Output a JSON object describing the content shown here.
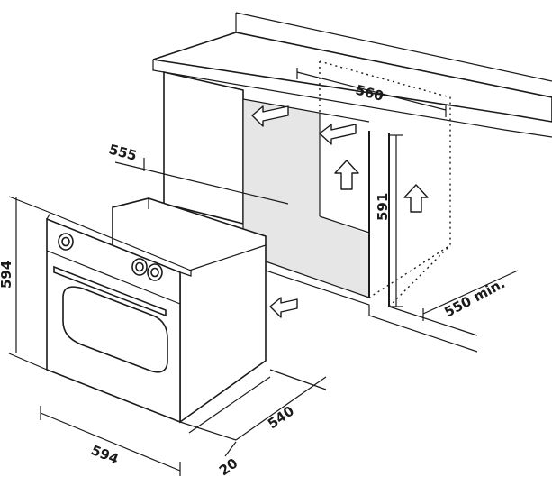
{
  "dimensions": {
    "cabinet_width": "560",
    "cabinet_height": "591",
    "cabinet_depth": "550 min.",
    "oven_depth_inner": "555",
    "oven_height": "594",
    "oven_width": "594",
    "oven_depth": "540",
    "front_thickness": "20"
  },
  "icons": {
    "airflow": "arrow-icon"
  }
}
